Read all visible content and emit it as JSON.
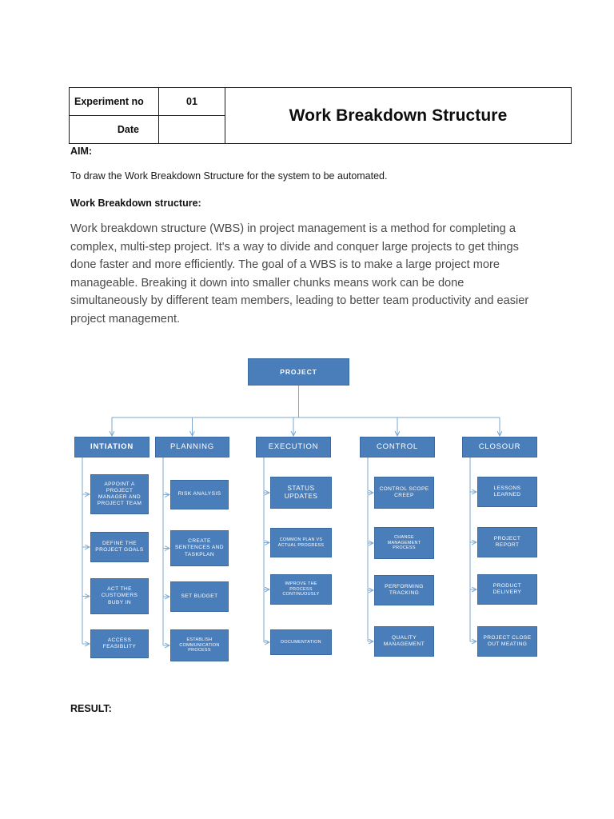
{
  "header": {
    "experiment_label": "Experiment no",
    "experiment_value": "01",
    "date_label": "Date",
    "date_value": "",
    "title": "Work Breakdown Structure"
  },
  "body": {
    "aim_label": "AIM:",
    "aim_text": "To draw the Work Breakdown Structure for the system to be automated.",
    "wbs_label": "Work Breakdown structure:",
    "wbs_paragraph": "Work breakdown structure (WBS) in project management is a method for completing a complex, multi-step project. It's a way to divide and conquer large projects to get things done faster and more efficiently. The goal of a WBS is to make a large project more manageable. Breaking it down into smaller chunks means work can be done simultaneously by different team members, leading to better team productivity and easier project management.",
    "result_label": "RESULT:"
  },
  "colors": {
    "node_fill": "#4a7ebb",
    "node_border": "#3a6a9f",
    "connector": "#7ba7d0",
    "node_text": "#ffffff",
    "paragraph_text": "#4a4a4a"
  },
  "diagram": {
    "type": "work-breakdown-structure",
    "root": "PROJECT",
    "phases": [
      {
        "label": "INTIATION",
        "tasks": [
          "APPOINT A PROJECT MANAGER AND PROJECT TEAM",
          "DEFINE THE PROJECT GOALS",
          "ACT THE CUSTOMERS BUBY IN",
          "ACCESS FEASIBLITY"
        ]
      },
      {
        "label": "PLANNING",
        "tasks": [
          "RISK ANALYSIS",
          "CREATE SENTENCES AND TASKPLAN",
          "SET BUDGET",
          "ESTABLISH COMMUNICATION PROCESS"
        ]
      },
      {
        "label": "EXECUTION",
        "tasks": [
          "STATUS UPDATES",
          "COMMON PLAN VS ACTUAL PROGRESS",
          "IMPROVE THE PROCESS CONTINUOUSLY",
          "DOCUMENTATION"
        ]
      },
      {
        "label": "CONTROL",
        "tasks": [
          "CONTROL SCOPE CREEP",
          "CHANGE MANAGEMENT PROCESS",
          "PERFORMING TRACKING",
          "QUALITY MANAGEMENT"
        ]
      },
      {
        "label": "CLOSOUR",
        "tasks": [
          "LESSONS LEARNED",
          "PROJECT REPORT",
          "PRODUCT DELIVERY",
          "PROJECT CLOSE OUT MEATING"
        ]
      }
    ]
  }
}
